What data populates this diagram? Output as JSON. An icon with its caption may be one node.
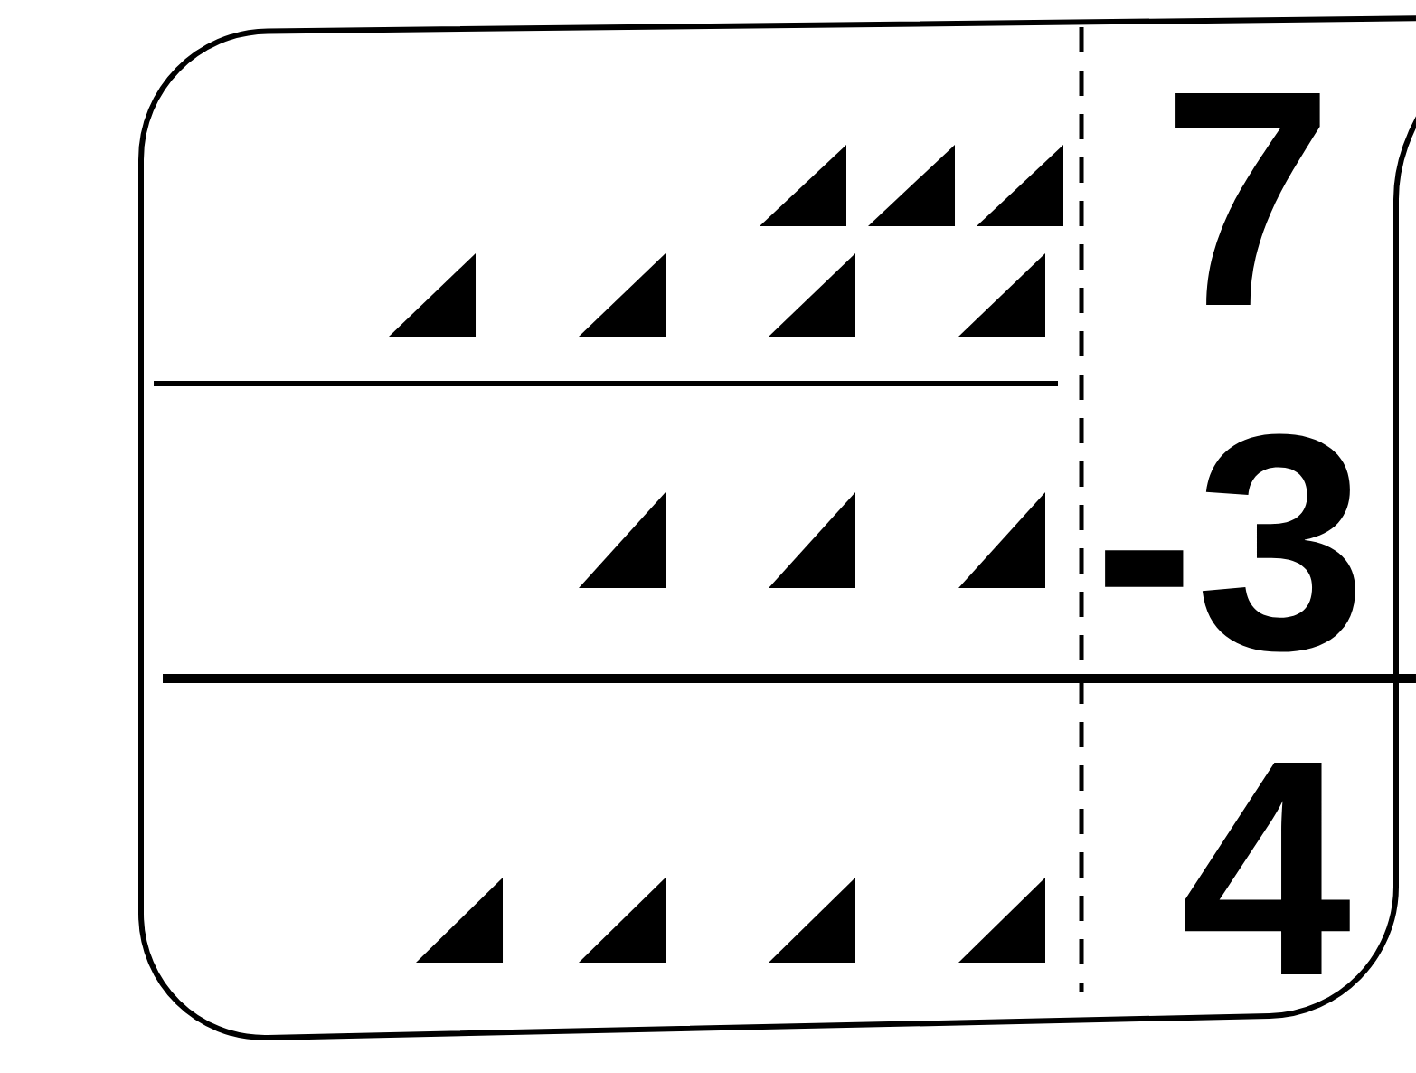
{
  "diagram": {
    "labels": [
      "7",
      "-3",
      "4"
    ]
  }
}
